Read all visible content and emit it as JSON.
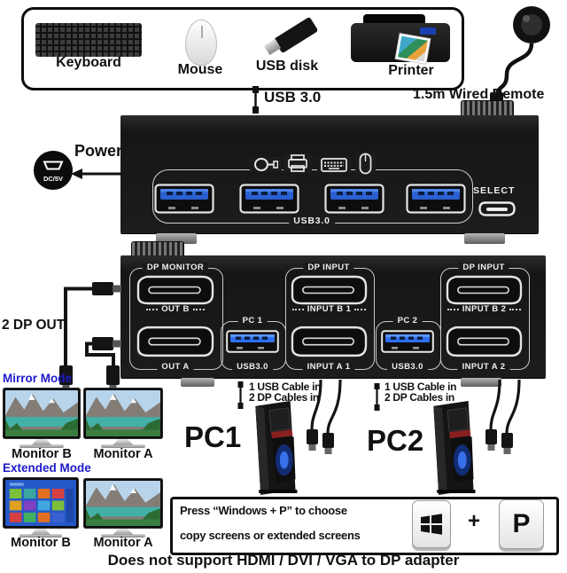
{
  "colors": {
    "device_black": "#1c1c1c",
    "usb_port_blue": "#2a5fd0",
    "pc_usb_blue": "#2e6ff0",
    "mode_label_blue": "#1d1bc9"
  },
  "peripheral_panel": {
    "keyboard_label": "Keyboard",
    "mouse_label": "Mouse",
    "usb_disk_label": "USB disk",
    "printer_label": "Printer"
  },
  "top_links": {
    "usb30_label": "USB 3.0",
    "remote_label": "1.5m Wired Remote"
  },
  "usb_switch": {
    "power_label": "Power",
    "dc_label": "DC/5V",
    "ports_label": "USB3.0",
    "select_label": "SELECT"
  },
  "dp_switch": {
    "monitor_group_label": "DP MONITOR",
    "out_b_label": "OUT B",
    "out_a_label": "OUT A",
    "pc1_group_label": "PC 1",
    "pc1_usb_label": "USB3.0",
    "input1_group_label": "DP INPUT",
    "input_b1_label": "INPUT B 1",
    "input_a1_label": "INPUT A 1",
    "pc2_group_label": "PC 2",
    "pc2_usb_label": "USB3.0",
    "input2_group_label": "DP INPUT",
    "input_b2_label": "INPUT B 2",
    "input_a2_label": "INPUT A 2"
  },
  "left_side": {
    "dp_out_label": "2 DP OUT"
  },
  "display_modes": {
    "mirror": {
      "label": "Mirror Mode",
      "monitor_b": "Monitor B",
      "monitor_a": "Monitor A"
    },
    "extended": {
      "label": "Extended Mode",
      "monitor_b": "Monitor B",
      "monitor_a": "Monitor A"
    }
  },
  "computers": {
    "pc1": {
      "label": "PC1",
      "cable_line1": "1 USB Cable in",
      "cable_line2": "2 DP Cables in"
    },
    "pc2": {
      "label": "PC2",
      "cable_line1": "1 USB Cable in",
      "cable_line2": "2 DP Cables in"
    }
  },
  "instructions": {
    "line1": "Press “Windows + P” to choose",
    "line2": "copy screens or extended screens",
    "plus_sign": "+",
    "p_key_label": "P",
    "footer_note": "Does not support HDMI / DVI / VGA to DP adapter"
  }
}
